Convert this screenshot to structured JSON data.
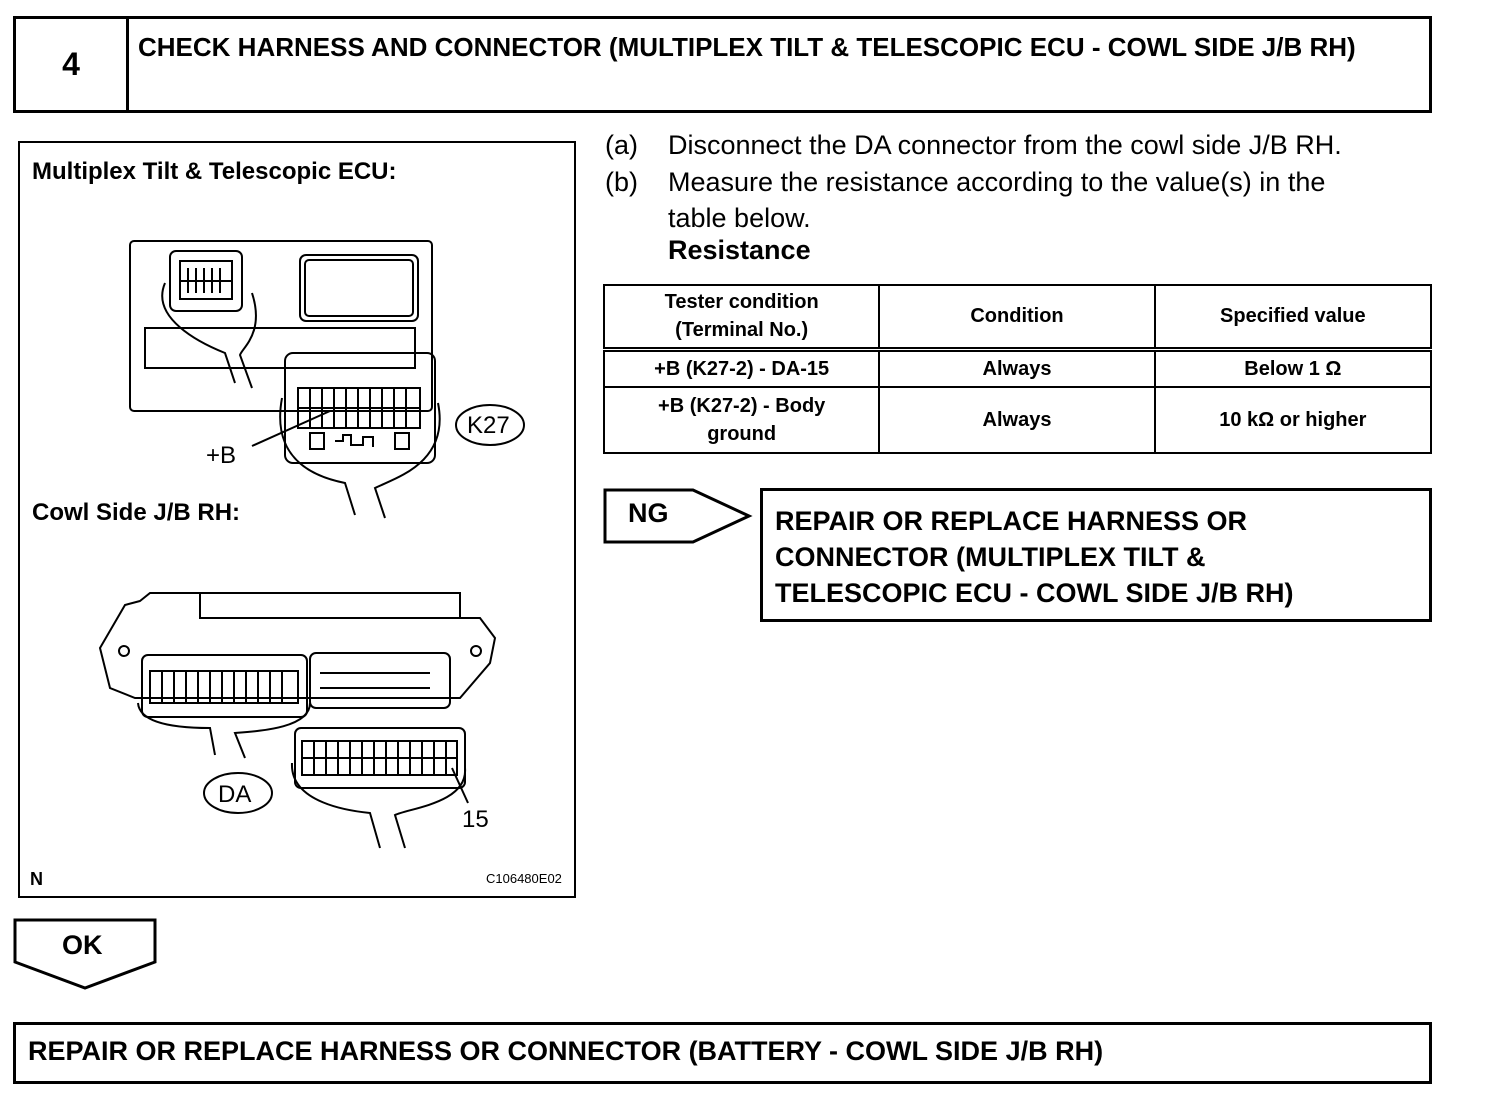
{
  "header": {
    "step_number": "4",
    "title": "CHECK HARNESS AND CONNECTOR (MULTIPLEX TILT & TELESCOPIC ECU - COWL SIDE J/B RH)"
  },
  "figure": {
    "label_ecu": "Multiplex Tilt & Telescopic ECU:",
    "label_jb": "Cowl Side J/B RH:",
    "callout_b": "+B",
    "callout_k27": "K27",
    "callout_da": "DA",
    "callout_15": "15",
    "corner_n": "N",
    "figure_code": "C106480E02"
  },
  "instructions": [
    {
      "tag": "(a)",
      "text": "Disconnect the DA connector from the cowl side J/B RH."
    },
    {
      "tag": "(b)",
      "text_line1": "Measure the resistance according to the value(s) in the",
      "text_line2": "table below."
    }
  ],
  "resistance_heading": "Resistance",
  "table": {
    "headers": [
      "Tester condition (Terminal No.)",
      "Condition",
      "Specified value"
    ],
    "header_line1": "Tester condition",
    "header_line2": "(Terminal No.)",
    "rows": [
      {
        "terminal": "+B (K27-2) - DA-15",
        "condition": "Always",
        "value": "Below 1 Ω"
      },
      {
        "terminal_line1": "+B (K27-2) - Body",
        "terminal_line2": "ground",
        "condition": "Always",
        "value": "10 kΩ or higher"
      }
    ]
  },
  "ng": {
    "label": "NG",
    "line1": "REPAIR OR REPLACE HARNESS OR",
    "line2": "CONNECTOR (MULTIPLEX TILT &",
    "line3": "TELESCOPIC ECU - COWL SIDE J/B RH)"
  },
  "ok": {
    "label": "OK"
  },
  "final": {
    "text": "REPAIR OR REPLACE HARNESS OR CONNECTOR (BATTERY - COWL SIDE J/B RH)"
  }
}
